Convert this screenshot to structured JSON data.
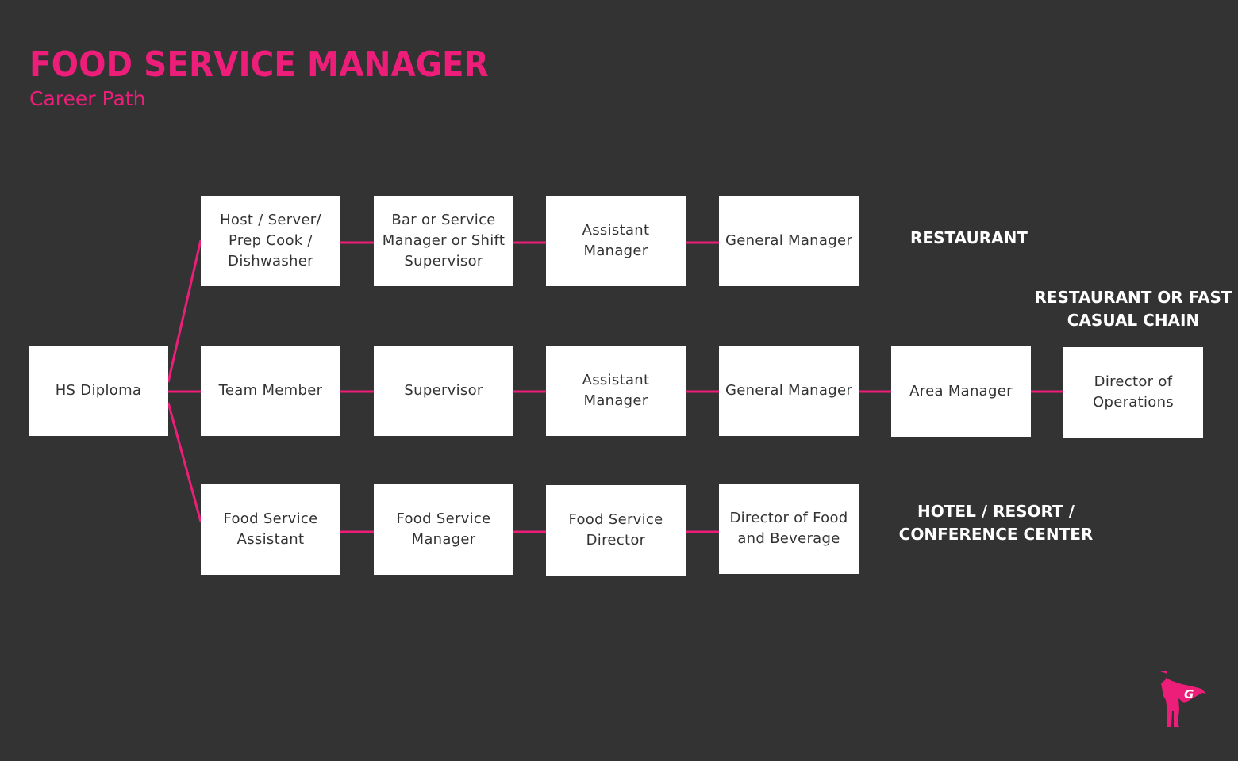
{
  "header": {
    "title": "FOOD SERVICE MANAGER",
    "subtitle": "Career Path"
  },
  "colors": {
    "background": "#333333",
    "accent": "#ED1E79",
    "box": "#FFFFFF"
  },
  "start": "HS Diploma",
  "rows": [
    {
      "track": "RESTAURANT",
      "steps": [
        "Host / Server/\nPrep Cook /\nDishwasher",
        "Bar or Service\nManager or Shift\nSupervisor",
        "Assistant\nManager",
        "General Manager"
      ]
    },
    {
      "track": "RESTAURANT OR FAST\nCASUAL CHAIN",
      "steps": [
        "Team Member",
        "Supervisor",
        "Assistant\nManager",
        "General Manager",
        "Area Manager",
        "Director of\nOperations"
      ]
    },
    {
      "track": "HOTEL / RESORT /\nCONFERENCE CENTER",
      "steps": [
        "Food Service\nAssistant",
        "Food Service\nManager",
        "Food Service\nDirector",
        "Director of Food\nand Beverage"
      ]
    }
  ],
  "logo": {
    "icon": "superhero-g-logo",
    "letter": "G"
  }
}
